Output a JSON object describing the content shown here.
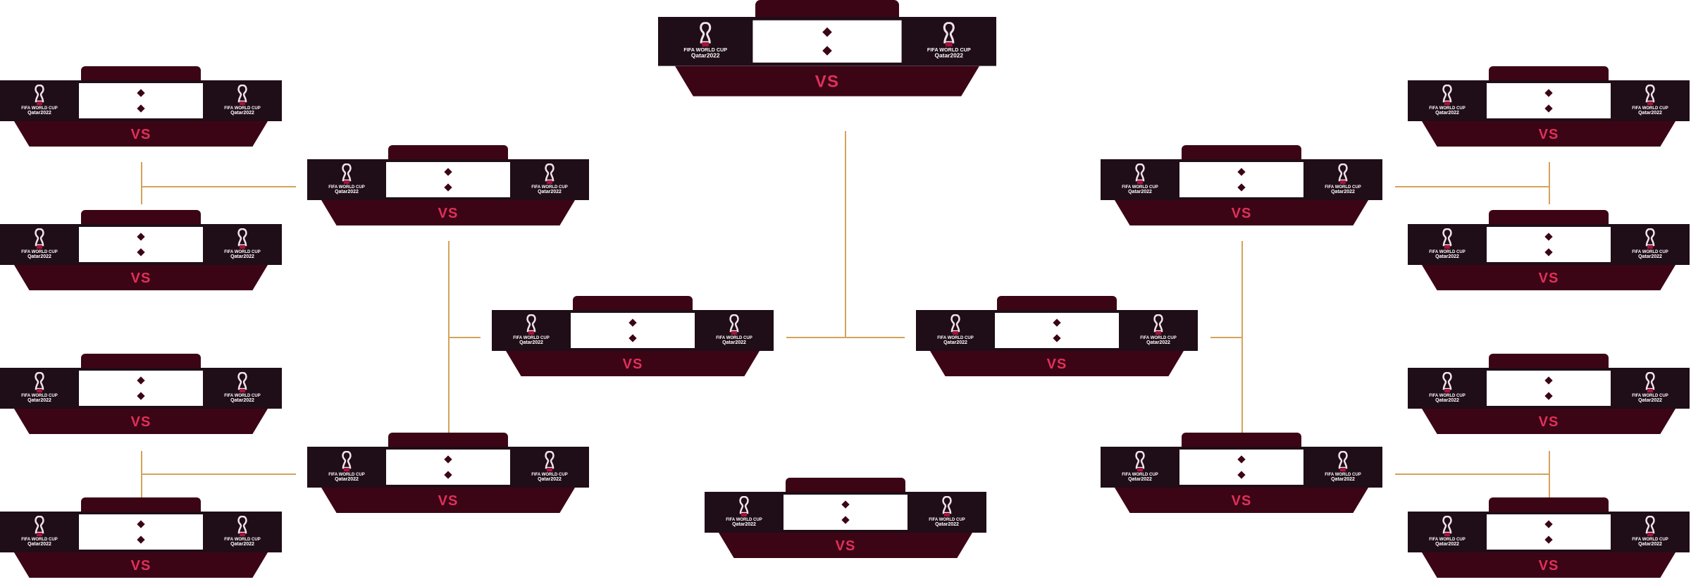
{
  "logo": {
    "line1": "FIFA WORLD CUP",
    "line2": "Qatar2022"
  },
  "vs_label": "VS",
  "colors": {
    "bar": "#1f0d17",
    "accent": "#3c0515",
    "vs": "#e0305a",
    "connector": "#d4a35a"
  },
  "bracket": {
    "left_round_of_16": 4,
    "right_round_of_16": 4,
    "quarter_finals": 4,
    "semi_finals": 2,
    "third_place": 1,
    "final": 1
  }
}
